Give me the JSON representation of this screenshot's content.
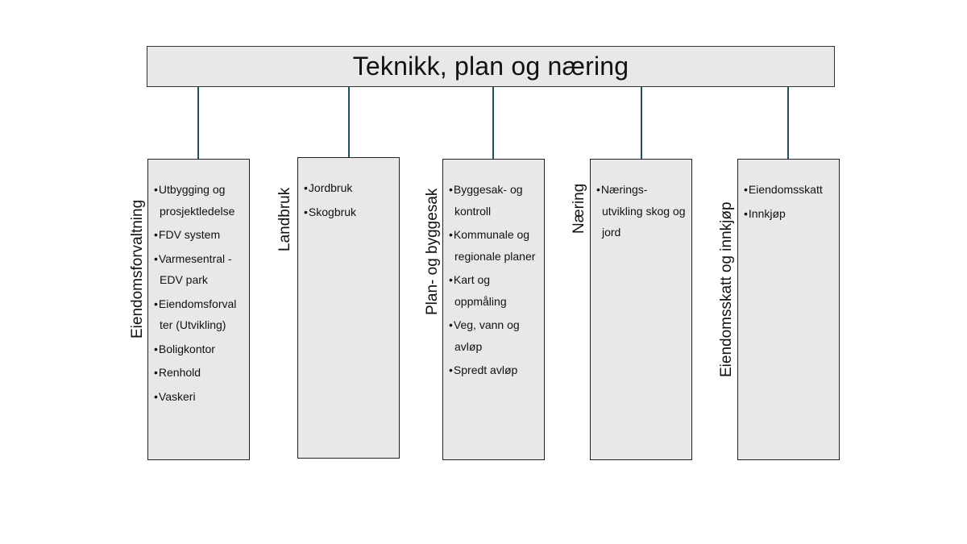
{
  "diagram": {
    "title": "Teknikk, plan og næring",
    "units": [
      {
        "label": "Eiendomsforvaltning",
        "items": [
          "Utbygging og prosjektledelse",
          "FDV system",
          "Varmesentral - EDV park",
          "Eiendomsforval ter (Utvikling)",
          "Boligkontor",
          "Renhold",
          "Vaskeri"
        ]
      },
      {
        "label": "Landbruk",
        "items": [
          "Jordbruk",
          "Skogbruk"
        ]
      },
      {
        "label": "Plan- og byggesak",
        "items": [
          "Byggesak- og kontroll",
          "Kommunale og regionale planer",
          "Kart og oppmåling",
          "Veg, vann og avløp",
          "Spredt avløp"
        ]
      },
      {
        "label": "Næring",
        "items": [
          "Nærings- utvikling skog og jord"
        ]
      },
      {
        "label": "Eiendomsskatt og innkjøp",
        "items": [
          "Eiendomsskatt",
          "Innkjøp"
        ]
      }
    ]
  }
}
